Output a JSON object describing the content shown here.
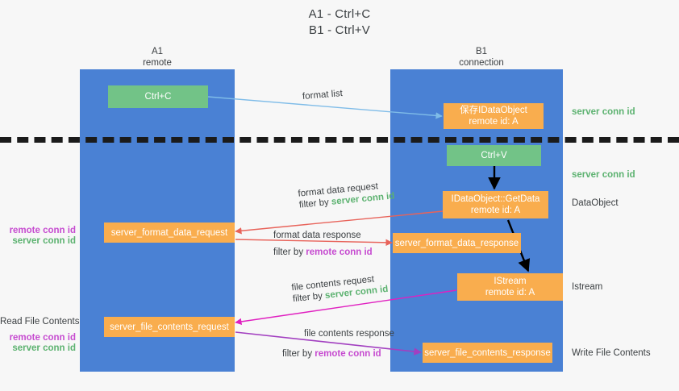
{
  "title": {
    "line1": "A1 - Ctrl+C",
    "line2": "B1 - Ctrl+V"
  },
  "lanes": [
    {
      "id": "a1",
      "name": "A1",
      "sub": "remote"
    },
    {
      "id": "b1",
      "name": "B1",
      "sub": "connection"
    }
  ],
  "nodes": {
    "ctrl_c": {
      "line1": "Ctrl+C",
      "line2": ""
    },
    "save_idataobject": {
      "line1": "保存IDataObject",
      "line2": "remote id: A"
    },
    "ctrl_v": {
      "line1": "Ctrl+V",
      "line2": ""
    },
    "getdata": {
      "line1": "IDataObject::GetData",
      "line2": "remote id: A"
    },
    "istream": {
      "line1": "IStream",
      "line2": "remote id: A"
    },
    "fmt_req": {
      "line1": "server_format_data_request",
      "line2": ""
    },
    "fmt_resp": {
      "line1": "server_format_data_response",
      "line2": ""
    },
    "file_req": {
      "line1": "server_file_contents_request",
      "line2": ""
    },
    "file_resp": {
      "line1": "server_file_contents_response",
      "line2": ""
    }
  },
  "edge_labels": {
    "format_list": "format list",
    "fmt_req_l1": "format data request",
    "fmt_req_l2_pre": "filter by ",
    "fmt_req_l2_key": "server conn id",
    "fmt_resp_l1": "format data response",
    "fmt_resp_l2_pre": "filter by ",
    "fmt_resp_l2_key": "remote conn id",
    "file_req_l1": "file contents request",
    "file_req_l2_pre": "filter by ",
    "file_req_l2_key": "server conn id",
    "file_resp_l1": "file contents response",
    "file_resp_l2_pre": "filter by ",
    "file_resp_l2_key": "remote conn id"
  },
  "side_labels": {
    "right_server_conn_1": "server conn id",
    "right_server_conn_2": "server conn id",
    "right_dataobject": "DataObject",
    "right_istream": "Istream",
    "right_write_file": "Write File Contents",
    "left_read_file": "Read File Contents",
    "left_remote_conn_1": "remote conn id",
    "left_server_conn_1": "server conn id",
    "left_remote_conn_2": "remote conn id",
    "left_server_conn_2": "server conn id"
  },
  "colors": {
    "lane": "#4a81d4",
    "green_node": "#72c387",
    "orange_node": "#f9ad4e",
    "green_text": "#5cb270",
    "purple_text": "#c64bd0",
    "red_arrow": "#e8635a",
    "blue_arrow": "#7fbce8",
    "magenta_arrow": "#e020c0",
    "purple_arrow": "#a23fc0",
    "black_arrow": "#000000",
    "background": "#f7f7f7"
  }
}
